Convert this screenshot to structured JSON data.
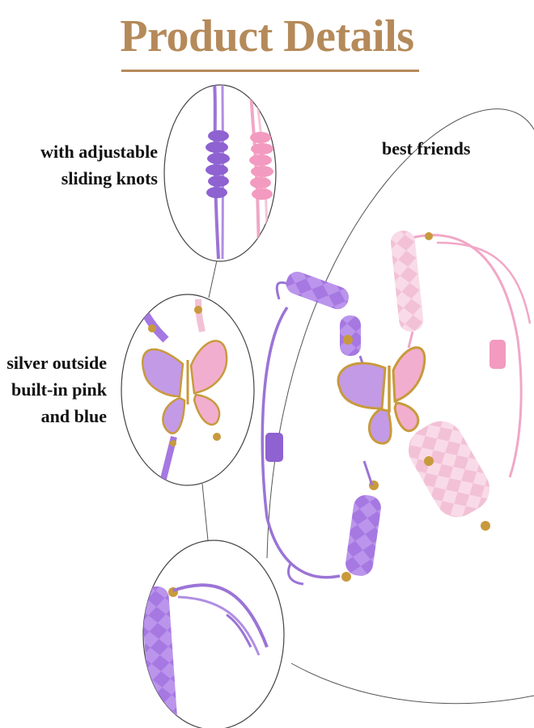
{
  "header": {
    "title": "Product Details"
  },
  "captions": {
    "knots": [
      "with adjustable",
      "sliding knots"
    ],
    "friends": "best friends",
    "silver": [
      "silver outside",
      "built-in pink",
      "and blue"
    ]
  },
  "colors": {
    "title": "#b58a5a",
    "purple_cord": "#9b74d6",
    "pink_cord": "#f1a7c6",
    "gold": "#c89a3c"
  }
}
